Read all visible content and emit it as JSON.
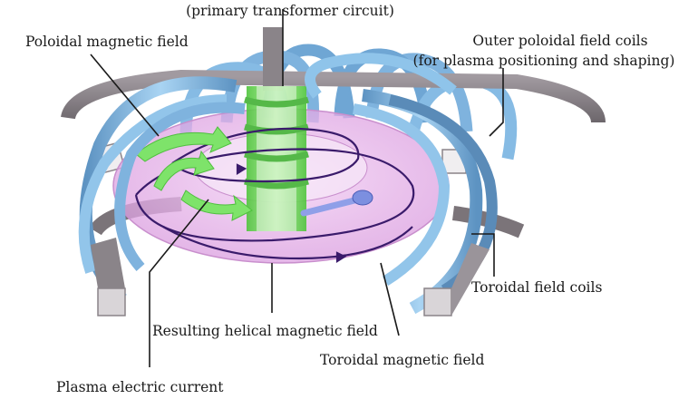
{
  "labels": {
    "primary_transformer": "(primary transformer circuit)",
    "poloidal_field": "Poloidal magnetic field",
    "outer_coils_line1": "Outer poloidal field coils",
    "outer_coils_line2": "(for plasma positioning and shaping)",
    "toroidal_coils": "Toroidal field coils",
    "helical_field": "Resulting helical magnetic field",
    "toroidal_field": "Toroidal magnetic field",
    "plasma_current": "Plasma electric current"
  },
  "colors": {
    "toroidal_coil": "#8fc4ea",
    "toroidal_coil_dark": "#4f86b5",
    "poloidal_coil": "#8a8489",
    "plasma": "#e8b6ea",
    "solenoid": "#7ee36a",
    "field_line": "#3a1b6b",
    "current_arrow": "#7c8fe0"
  }
}
